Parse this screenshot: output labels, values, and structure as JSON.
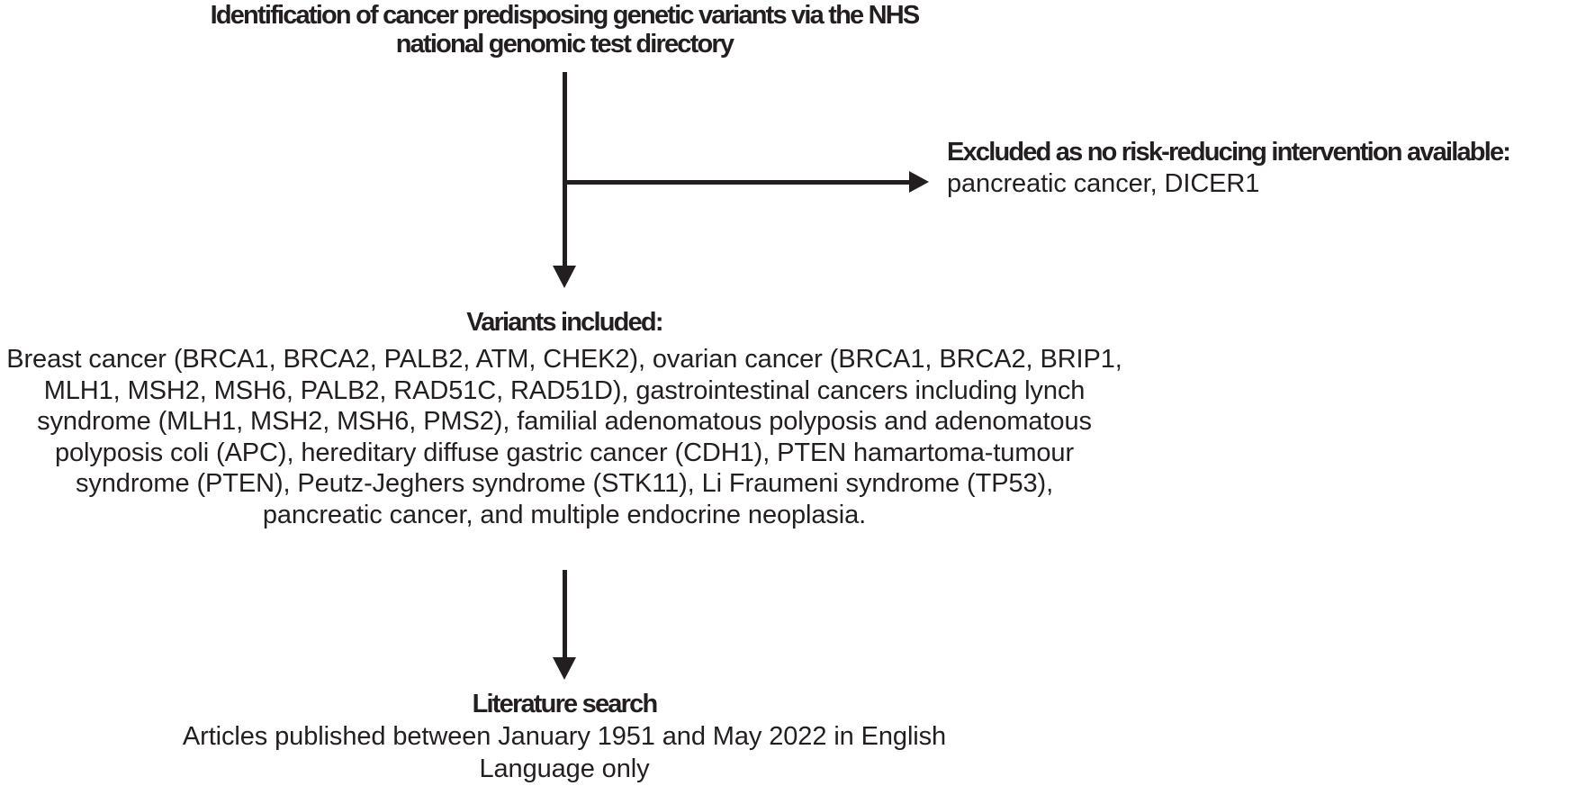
{
  "colors": {
    "ink": "#231f20",
    "background": "#ffffff"
  },
  "flowchart": {
    "source": {
      "title_lines": [
        "Identification of cancer predisposing genetic variants via the NHS",
        "national genomic test directory"
      ]
    },
    "excluded": {
      "heading": "Excluded as no risk-reducing intervention available:",
      "detail": "pancreatic cancer, DICER1"
    },
    "variants": {
      "heading": "Variants included:",
      "body_lines": [
        "Breast cancer (BRCA1, BRCA2, PALB2, ATM, CHEK2), ovarian cancer (BRCA1, BRCA2, BRIP1,",
        "MLH1, MSH2, MSH6, PALB2, RAD51C, RAD51D), gastrointestinal cancers including lynch",
        "syndrome (MLH1, MSH2, MSH6, PMS2), familial adenomatous polyposis and adenomatous",
        "polyposis coli (APC), hereditary diffuse gastric cancer (CDH1), PTEN hamartoma-tumour",
        "syndrome (PTEN), Peutz-Jeghers syndrome (STK11), Li Fraumeni syndrome (TP53),",
        "pancreatic cancer, and multiple endocrine neoplasia."
      ]
    },
    "literature": {
      "heading": "Literature search",
      "body_lines": [
        "Articles published between January 1951 and May 2022 in English",
        "Language only"
      ]
    }
  }
}
